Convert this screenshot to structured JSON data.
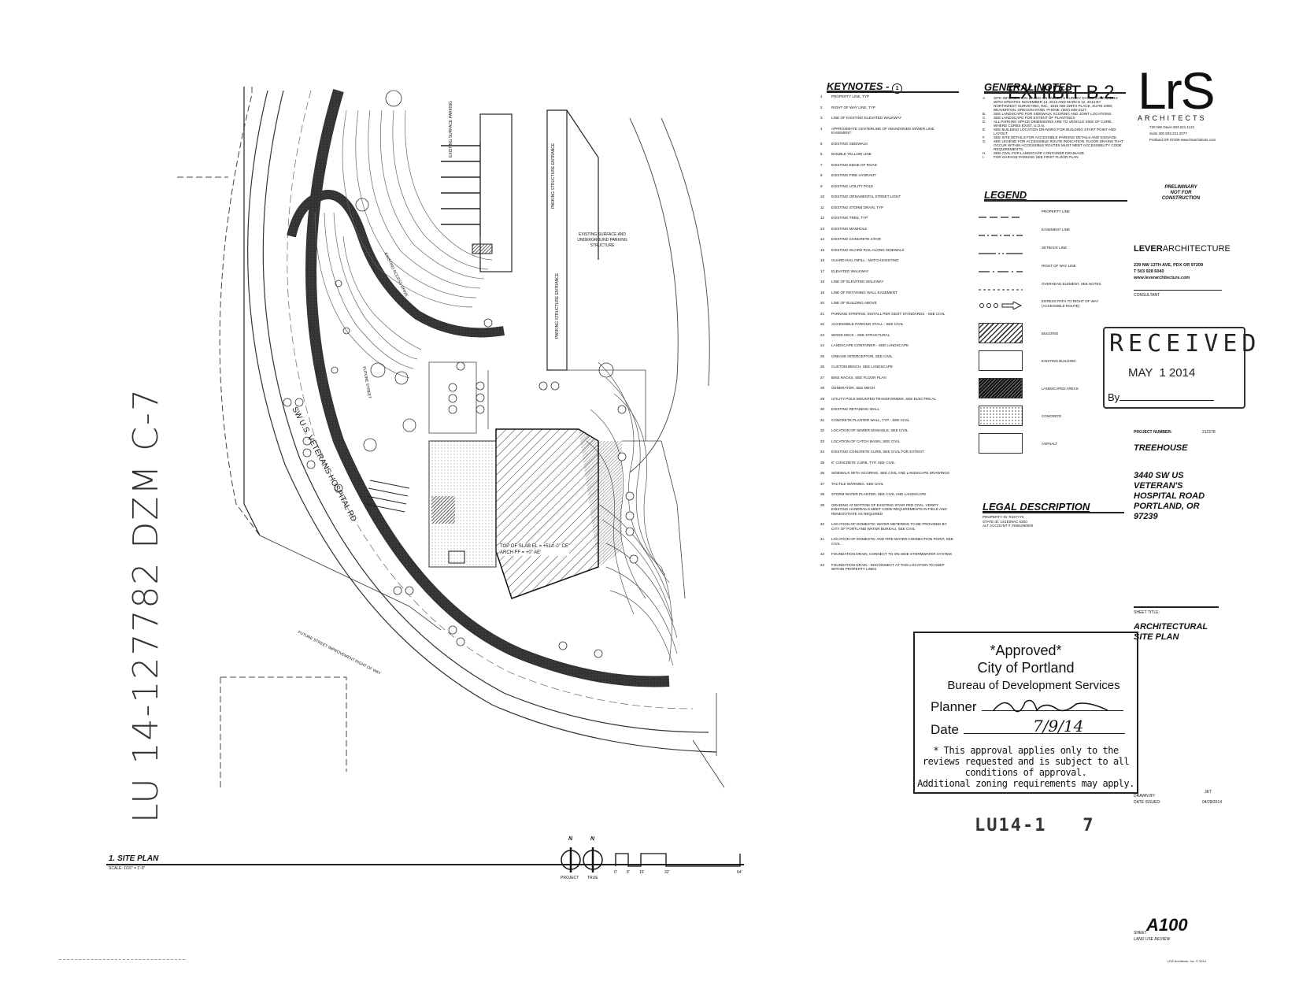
{
  "exhibit_title": "EXHIBIT B.2",
  "keynotes": {
    "title": "KEYNOTES -",
    "circle_symbol": "1",
    "items": [
      {
        "n": "1",
        "t": "PROPERTY LINE, TYP"
      },
      {
        "n": "2",
        "t": "RIGHT OF WAY LINE, TYP"
      },
      {
        "n": "3",
        "t": "LINE OF EXISTING ELEVATED WALKWAY"
      },
      {
        "n": "4",
        "t": "APPROXIMATE CENTERLINE OF ABANDONED SEWER LINE EASEMENT"
      },
      {
        "n": "5",
        "t": "EXISTING SIDEWALK"
      },
      {
        "n": "6",
        "t": "DOUBLE YELLOW LINE"
      },
      {
        "n": "7",
        "t": "EXISTING EDGE OF ROAD"
      },
      {
        "n": "8",
        "t": "EXISTING FIRE HYDRANT"
      },
      {
        "n": "9",
        "t": "EXISTING UTILITY POLE"
      },
      {
        "n": "10",
        "t": "EXISTING ORNAMENTAL STREET LIGHT"
      },
      {
        "n": "11",
        "t": "EXISTING STORM DRAIN, TYP"
      },
      {
        "n": "12",
        "t": "EXISTING TREE, TYP"
      },
      {
        "n": "13",
        "t": "EXISTING MANHOLE"
      },
      {
        "n": "14",
        "t": "EXISTING CONCRETE STAIR"
      },
      {
        "n": "15",
        "t": "EXISTING GUARD RAIL ALONG SIDEWALK"
      },
      {
        "n": "16",
        "t": "GUARD RAIL INFILL - MATCH EXISTING"
      },
      {
        "n": "17",
        "t": "ELEVATED WALKWAY"
      },
      {
        "n": "18",
        "t": "LINE OF ELEVATED WALKWAY"
      },
      {
        "n": "19",
        "t": "LINE OF RETAINING WALL EASEMENT"
      },
      {
        "n": "20",
        "t": "LINE OF BUILDING ABOVE"
      },
      {
        "n": "21",
        "t": "PARKING STRIPING, INSTALL PER ODOT STANDARDS - SEE CIVIL"
      },
      {
        "n": "22",
        "t": "ACCESSIBLE PARKING STALL - SEE CIVIL"
      },
      {
        "n": "23",
        "t": "WOOD DECK - SEE STRUCTURAL"
      },
      {
        "n": "24",
        "t": "LANDSCAPE CONTAINER - SEE LANDSCAPE"
      },
      {
        "n": "25",
        "t": "GREASE INTERCEPTOR, SEE CIVIL"
      },
      {
        "n": "26",
        "t": "CUSTOM BENCH, SEE LANDSCAPE"
      },
      {
        "n": "27",
        "t": "BIKE RACKS, SEE FLOOR PLAN"
      },
      {
        "n": "28",
        "t": "GENERATOR, SEE MECH"
      },
      {
        "n": "29",
        "t": "UTILITY POLE MOUNTED TRANSFORMER, SEE ELECTRICAL"
      },
      {
        "n": "30",
        "t": "EXISTING RETAINING WALL"
      },
      {
        "n": "31",
        "t": "CONCRETE PLANTER WALL, TYP - SEE CIVIL"
      },
      {
        "n": "32",
        "t": "LOCATION OF SEWER MANHOLE, SEE CIVIL"
      },
      {
        "n": "33",
        "t": "LOCATION OF CATCH BASIN, SEE CIVIL"
      },
      {
        "n": "34",
        "t": "EXISTING CONCRETE CURB, SEE CIVIL FOR EXTENT"
      },
      {
        "n": "35",
        "t": "6\" CONCRETE CURB, TYP, SEE CIVIL"
      },
      {
        "n": "36",
        "t": "SIDEWALK WITH SCORING, SEE CIVIL AND LANDSCAPE DRAWINGS"
      },
      {
        "n": "37",
        "t": "TACTILE WARNING, SEE CIVIL"
      },
      {
        "n": "38",
        "t": "STORM WATER PLANTER, SEE CIVIL AND LANDSCAPE"
      },
      {
        "n": "39",
        "t": "GRADING AT BOTTOM OF EXISTING STAIR PER CIVIL. VERIFY EXISTING HANDRAILS MEET CODE REQUIREMENTS IN FIELD AND RENEGOTIATE AS REQUIRED"
      },
      {
        "n": "40",
        "t": "LOCATION OF DOMESTIC WATER METERING TO BE PROVIDED BY CITY OF PORTLAND WATER BUREAU, SEE CIVIL"
      },
      {
        "n": "41",
        "t": "LOCATION OF DOMESTIC AND FIRE WATER CONNECTION POINT, SEE CIVIL"
      },
      {
        "n": "42",
        "t": "FOUNDATION DRAIN, CONNECT TO ON-SIDE STORMWATER SYSTEM"
      },
      {
        "n": "43",
        "t": "FOUNDATION DRAIN - DISCONNECT AT THIS LOCATION TO KEEP WITHIN PROPERTY LINES"
      }
    ]
  },
  "general_notes": {
    "title": "GENERAL NOTES",
    "items": [
      {
        "l": "A.",
        "t": "SITE INFORMATION BASED ON OWNER'S SURVEY DATED JUNE 5, 2013 WITH UPDATES NOVEMBER 14, 2013 AND MARCH 12, 2014 BY NORTHWEST SURVEYING, INC.; 1815 NW 169TH PLACE, SUITE 2090; BEAVERTON, OREGON 97006. PHONE: (503) 848-2127."
      },
      {
        "l": "B.",
        "t": "SEE LANDSCAPE FOR SIDEWALK SCORING AND JOINT LOCATIONS."
      },
      {
        "l": "C.",
        "t": "SEE LANDSCAPE FOR EXTENT OF PLANTINGS"
      },
      {
        "l": "D.",
        "t": "ALL PARKING SPACE DIMENSIONS ARE TO VEHICLE SIDE OF CURB, WHERE CURBS EXIST, U.O.N."
      },
      {
        "l": "E.",
        "t": "SEE BUILDING LOCATION DRAWING FOR BUILDING START POINT AND LAYOUT."
      },
      {
        "l": "F.",
        "t": "SEE SITE DETAILS FOR ACCESSIBLE PARKING DETAILS AND SIGNAGE"
      },
      {
        "l": "G.",
        "t": "SEE LEGEND FOR ACCESSIBLE ROUTE INDICATION. FLOOR DRAINS THAT OCCUR WITHIN ACCESSIBLE ROUTES MUST MEET ACCESSIBILITY CODE REQUIREMENTS."
      },
      {
        "l": "H.",
        "t": "SEE CIVIL FOR LANDSCAPE CONTAINER DRAINAGE"
      },
      {
        "l": "I.",
        "t": "FOR GARAGE PARKING SEE FIRST FLOOR PLAN"
      }
    ]
  },
  "legend": {
    "title": "LEGEND",
    "items": [
      "PROPERTY LINE",
      "EASEMENT LINE",
      "SETBACK LINE",
      "RIGHT OF WAY LINE",
      "OVERHEAD ELEMENT, SEE NOTES",
      "EGRESS PATH TO RIGHT OF WAY (ACCESSIBLE ROUTE)",
      "BUILDING",
      "EXISTING BUILDING",
      "LANDSCAPED AREAS",
      "CONCRETE",
      "ASPHALT"
    ]
  },
  "legal_description": {
    "title": "LEGAL DESCRIPTION",
    "lines": [
      "PROPERTY ID: R327773",
      "STATE ID: 1S1E09AC 6200",
      "ALT ACCOUNT #: R591090000"
    ]
  },
  "lrs": {
    "logo": "LrS",
    "sub": "ARCHITECTS",
    "addr": [
      "720 NW Davis   503.221.1121",
      "Suite 300   503.221.2077",
      "Portland OR 97209   www.lrsarchitects.com"
    ]
  },
  "preliminary": [
    "PRELIMINARY",
    "NOT FOR",
    "CONSTRUCTION"
  ],
  "lever": {
    "name_bold": "LEVER",
    "name_rest": "ARCHITECTURE",
    "lines": [
      "239 NW 13TH AVE, PDX OR 97209",
      "T 503 928 6040",
      "www.leverarchitecture.com"
    ],
    "consultant": "CONSULTANT"
  },
  "received_stamp": {
    "word": "RECEIVED",
    "date": "MAY  1 2014",
    "by": "By"
  },
  "project": {
    "number_label": "PROJECT NUMBER:",
    "number": "212278",
    "name": "TREEHOUSE",
    "address": [
      "3440 SW US",
      "VETERAN'S",
      "HOSPITAL ROAD",
      "PORTLAND, OR",
      "97239"
    ]
  },
  "sheet": {
    "title_label": "SHEET TITLE:",
    "title": [
      "ARCHITECTURAL",
      "SITE PLAN"
    ],
    "drawn_by_label": "DRAWN BY:",
    "drawn_by": "JET",
    "date_issued_label": "DATE ISSUED:",
    "date_issued": "04/28/2014",
    "sheet_label": "SHEET",
    "number": "A100",
    "phase": "LAND USE REVIEW"
  },
  "approved_stamp": {
    "line1": "*Approved*",
    "line2": "City of Portland",
    "line3": "Bureau of Development Services",
    "planner_label": "Planner",
    "date_label": "Date",
    "date_value": "7/9/14",
    "note": [
      "* This approval applies only to the",
      "reviews requested and is subject to all",
      "conditions of approval.",
      "Additional zoning requirements may apply."
    ]
  },
  "case_stamp": "LU14-1   7",
  "handwritten": "LU 14-127782 DZM C-7",
  "plan": {
    "title": "1. SITE PLAN",
    "scale": "SCALE:  1/16\" = 1'-0\"",
    "north_labels": [
      "N",
      "N"
    ],
    "north_captions": [
      "PROJECT",
      "TRUE"
    ],
    "scale_ticks": [
      "0'",
      "8'",
      "16'",
      "32'",
      "64'"
    ],
    "street_name": "SW U.S. VETERANS HOSPITAL RD",
    "future_row": "FUTURE STREET IMPROVEMENT RIGHT OF WAY",
    "parking_entrance": "PARKING STRUCTURE ENTRANCE",
    "existing_structure": "EXISTING SURFACE AND UNDERGROUND PARKING STRUCTURE",
    "existing_surface": "EXISTING SURFACE PARKING",
    "access_drive": "EXISTING ACCESS DRIVE",
    "slab_note": [
      "TOP OF SLAB EL = +514'-0\" CE'",
      "ARCH FF = +0\" AE'"
    ],
    "future_street": "FUTURE STREET"
  },
  "footer_small": "LRS Architects, Inc. © 2014"
}
